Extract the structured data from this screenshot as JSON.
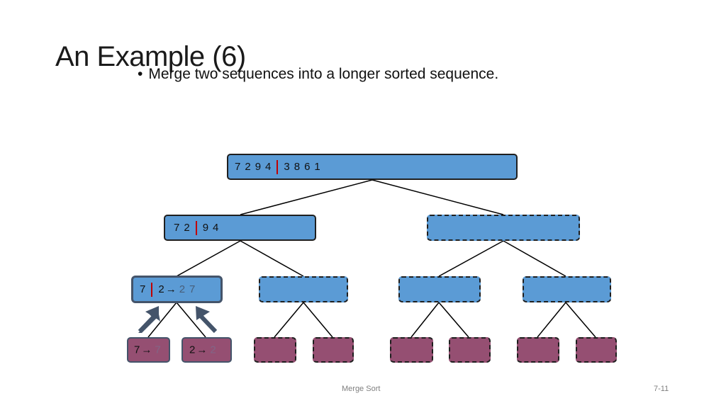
{
  "slide": {
    "title": "An Example (6)",
    "bullet": "Merge two sequences into a longer sorted sequence.",
    "footer_center": "Merge Sort",
    "footer_right": "7-11"
  },
  "tree": {
    "root": {
      "left": [
        "7",
        "2",
        "9",
        "4"
      ],
      "right": [
        "3",
        "8",
        "6",
        "1"
      ]
    },
    "level2_left": {
      "left": [
        "7",
        "2"
      ],
      "right": [
        "9",
        "4"
      ]
    },
    "level3_first": {
      "left": [
        "7"
      ],
      "right_input": "2",
      "arrow": "→",
      "result": [
        "2",
        "7"
      ]
    },
    "leaf1": {
      "input": "7",
      "arrow": "→",
      "result": "7"
    },
    "leaf2": {
      "input": "2",
      "arrow": "→",
      "result": "2"
    }
  },
  "colors": {
    "node_fill": "#5b9bd5",
    "leaf_fill": "#954f72",
    "separator": "#c00000",
    "highlight_arrow": "#44546a"
  }
}
